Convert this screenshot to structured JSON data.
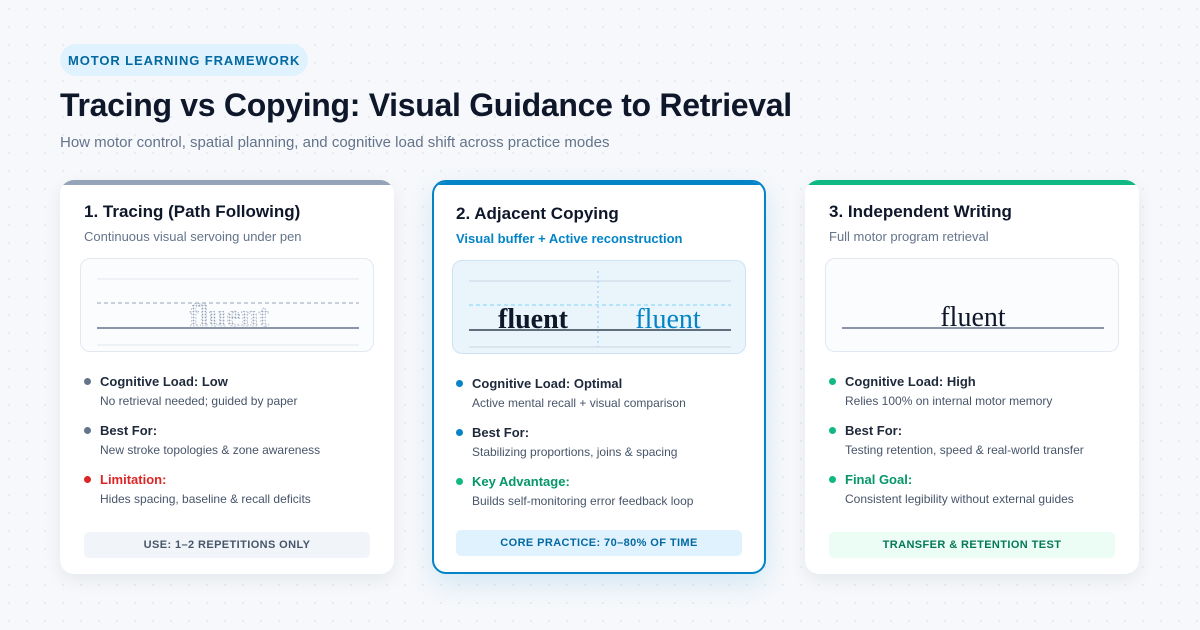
{
  "header": {
    "tag": "MOTOR LEARNING FRAMEWORK",
    "title": "Tracing vs Copying: Visual Guidance to Retrieval",
    "subtitle": "How motor control, spatial planning, and cognitive load shift across practice modes"
  },
  "colors": {
    "slate": "#64748b",
    "blue": "#0284c7",
    "green": "#10b981",
    "red": "#dc2626"
  },
  "cards": [
    {
      "title": "1. Tracing (Path Following)",
      "subtitle": "Continuous visual servoing under pen",
      "demo_text": "fluent",
      "items": [
        {
          "label": "Cognitive Load: Low",
          "desc": "No retrieval needed; guided by paper"
        },
        {
          "label": "Best For:",
          "desc": "New stroke topologies & zone awareness"
        },
        {
          "label": "Limitation:",
          "desc": "Hides spacing, baseline & recall deficits"
        }
      ],
      "badge": "USE: 1–2 REPETITIONS ONLY"
    },
    {
      "title": "2. Adjacent Copying",
      "subtitle": "Visual buffer + Active reconstruction",
      "demo_model": "fluent",
      "demo_copy": "fluent",
      "items": [
        {
          "label": "Cognitive Load: Optimal",
          "desc": "Active mental recall + visual comparison"
        },
        {
          "label": "Best For:",
          "desc": "Stabilizing proportions, joins & spacing"
        },
        {
          "label": "Key Advantage:",
          "desc": "Builds self-monitoring error feedback loop"
        }
      ],
      "badge": "CORE PRACTICE: 70–80% OF TIME"
    },
    {
      "title": "3. Independent Writing",
      "subtitle": "Full motor program retrieval",
      "demo_text": "fluent",
      "items": [
        {
          "label": "Cognitive Load: High",
          "desc": "Relies 100% on internal motor memory"
        },
        {
          "label": "Best For:",
          "desc": "Testing retention, speed & real-world transfer"
        },
        {
          "label": "Final Goal:",
          "desc": "Consistent legibility without external guides"
        }
      ],
      "badge": "TRANSFER & RETENTION TEST"
    }
  ]
}
